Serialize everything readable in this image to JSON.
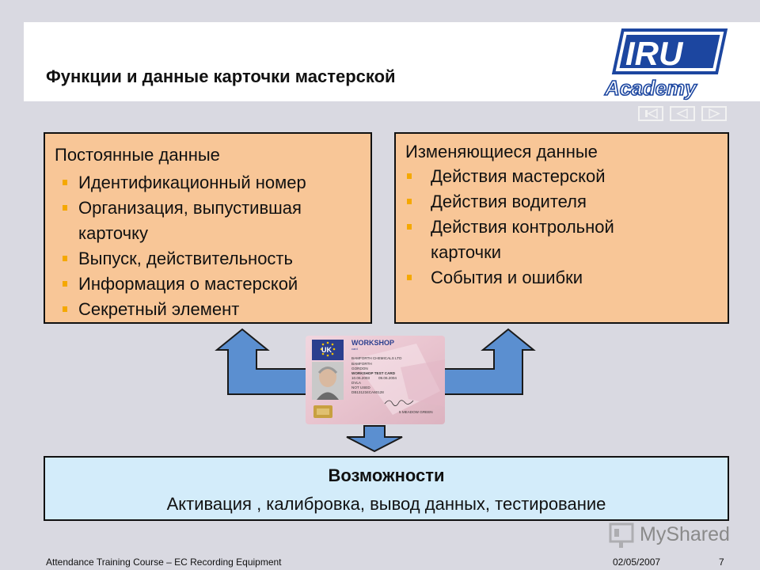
{
  "slide": {
    "title": "Функции и данные карточки мастерской"
  },
  "logo": {
    "brand": "IRU",
    "sub": "Academy",
    "brand_color": "#1c46a0"
  },
  "permanent_data": {
    "title": "Постоянные данные",
    "items": [
      {
        "label": "Идентификационный номер"
      },
      {
        "label": "Организация, выпустившая карточку"
      },
      {
        "label": "Выпуск, действительность"
      },
      {
        "label": "Информация о мастерской"
      },
      {
        "label": "Секретный элемент"
      }
    ]
  },
  "changing_data": {
    "title": "Изменяющиеся данные",
    "items": [
      {
        "label": "Действия мастерской"
      },
      {
        "label": "Действия водителя"
      },
      {
        "label": "Действия контрольной карточки"
      },
      {
        "label": "События и ошибки"
      }
    ]
  },
  "card": {
    "country": "UK",
    "title": "WORKSHOP",
    "subtitle": "card",
    "company": "BAMFORTH CHEMICALS LTD",
    "name1": "BAMFORTH",
    "name2": "GORDON",
    "name3": "WORKSHOP TEST CARD",
    "date1": "10.06.2003",
    "date2": "09.06.2004",
    "line1": "DVLA",
    "line2": "NOT USED",
    "number": "DB131234CA60128",
    "address": "5 MEADOW GREEN"
  },
  "capabilities": {
    "title": "Возможности",
    "text": "Активация , калибровка, вывод данных, тестирование"
  },
  "footer": {
    "course": "Attendance Training Course – EC Recording Equipment",
    "date": "02/05/2007",
    "page": "7"
  },
  "watermark": {
    "text": "MyShared"
  },
  "colors": {
    "box_fill": "#f8c697",
    "bottom_fill": "#d3ecfa",
    "arrow_fill": "#5b8fd0",
    "bullet": "#f5a800"
  }
}
